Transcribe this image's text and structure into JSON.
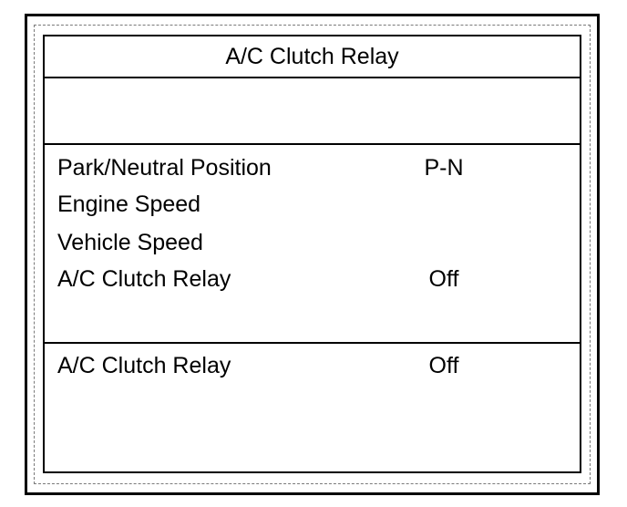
{
  "screen": {
    "title": "A/C Clutch Relay"
  },
  "parameters": [
    {
      "label": "Park/Neutral Position",
      "value": "P-N"
    },
    {
      "label": "Engine Speed",
      "value": ""
    },
    {
      "label": "Vehicle Speed",
      "value": ""
    },
    {
      "label": "A/C Clutch Relay",
      "value": "Off"
    }
  ],
  "selected": {
    "label": "A/C Clutch Relay",
    "value": "Off"
  }
}
